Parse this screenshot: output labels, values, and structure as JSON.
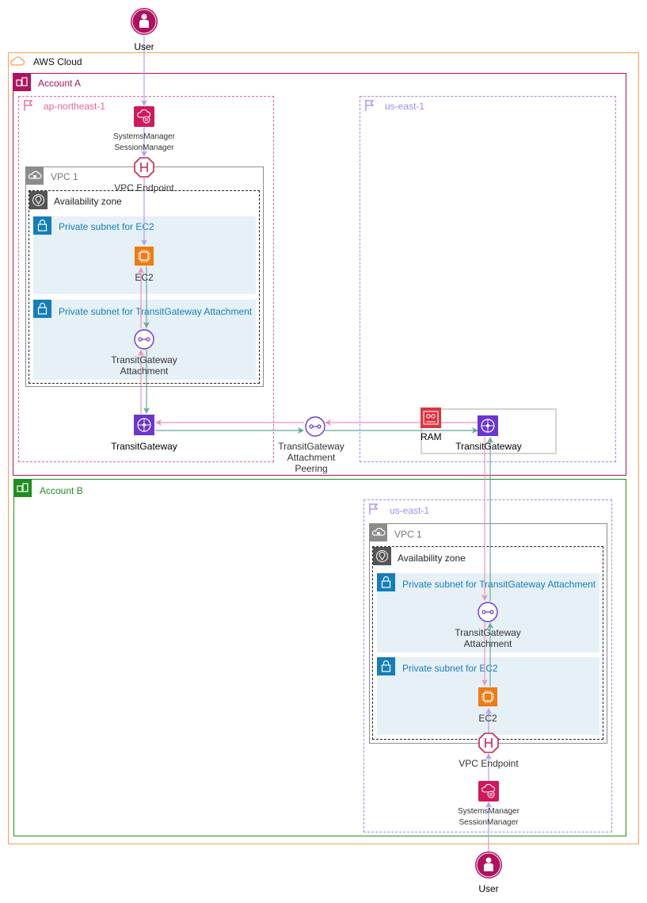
{
  "user_top": "User",
  "user_bottom": "User",
  "aws_cloud": "AWS Cloud",
  "account_a": {
    "label": "Account A",
    "region_left": "ap-northeast-1",
    "region_right": "us-east-1",
    "ssm_line1": "SystemsManager",
    "ssm_line2": "SessionManager",
    "vpc_endpoint": "VPC Endpoint",
    "vpc": "VPC 1",
    "az": "Availability zone",
    "subnet_ec2": "Private subnet for EC2",
    "ec2": "EC2",
    "subnet_tgw": "Private subnet for TransitGateway Attachment",
    "tgw_attach_line1": "TransitGateway",
    "tgw_attach_line2": "Attachment",
    "tgw": "TransitGateway",
    "peering_line1": "TransitGateway",
    "peering_line2": "Attachment",
    "peering_line3": "Peering",
    "ram": "RAM",
    "tgw_right": "TransitGateway"
  },
  "account_b": {
    "label": "Account B",
    "region": "us-east-1",
    "vpc": "VPC 1",
    "az": "Availability zone",
    "subnet_tgw": "Private subnet for TransitGateway Attachment",
    "tgw_attach_line1": "TransitGateway",
    "tgw_attach_line2": "Attachment",
    "subnet_ec2": "Private subnet for EC2",
    "ec2": "EC2",
    "vpc_endpoint": "VPC Endpoint",
    "ssm_line1": "SystemsManager",
    "ssm_line2": "SessionManager"
  },
  "colors": {
    "cloud_border": "#f5a04a",
    "account_a": "#b0115f",
    "account_b": "#1d8f1d",
    "region_a": "#e85fa2",
    "region_us": "#9a8bf5",
    "vpc": "#8c8c8c",
    "subnet_fill": "#e6f0f7",
    "subnet_text": "#147eba",
    "ec2": "#ed7c14",
    "ssm": "#d0185c",
    "tgw": "#6b35cf",
    "ram": "#dd3440",
    "arrow_pink": "#f08ec0",
    "arrow_green": "#66a89c",
    "arrow_purple": "#b49cf2"
  }
}
